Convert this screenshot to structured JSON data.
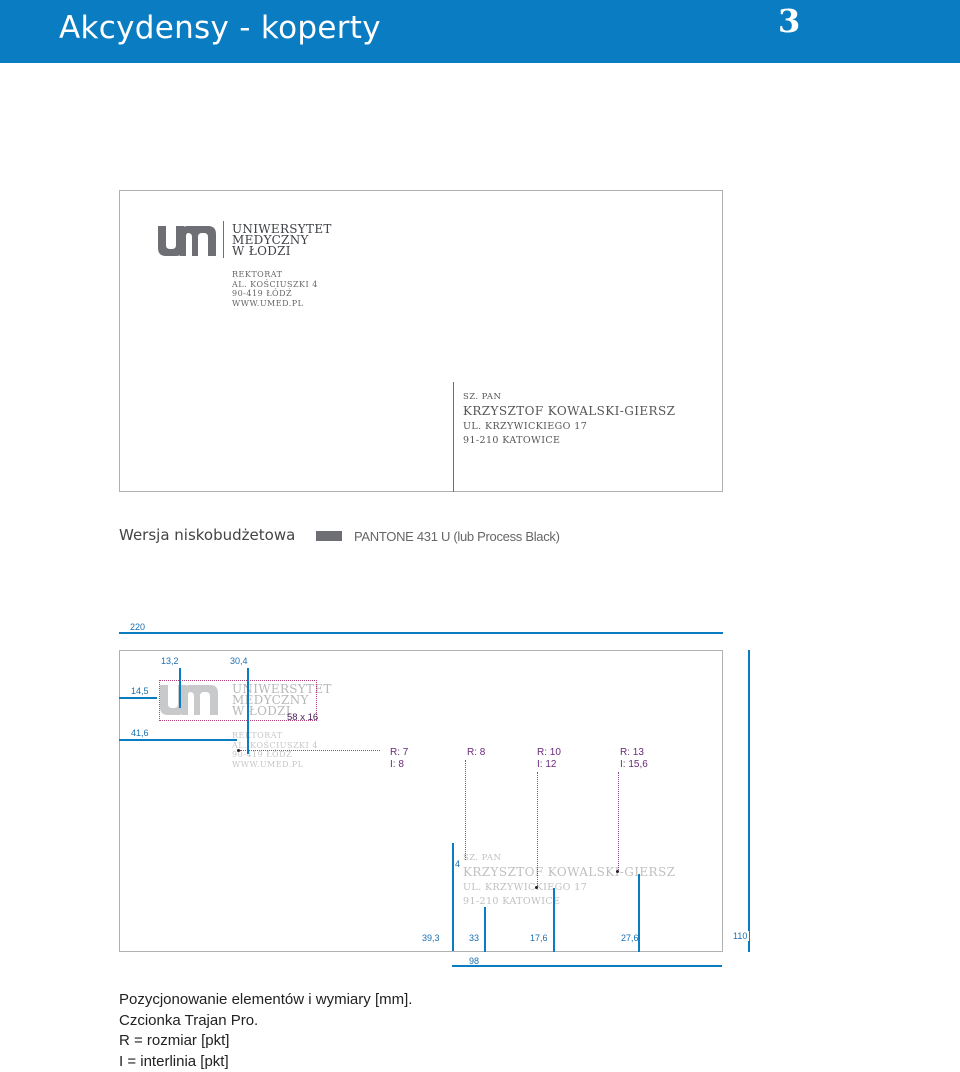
{
  "header": {
    "title": "Akcydensy - koperty",
    "page_number": "3",
    "bar_color": "#0a7cc1"
  },
  "envelope": {
    "logo": {
      "line1": "UNIWERSYTET",
      "line2": "MEDYCZNY",
      "line3": "W ŁODZI",
      "mark": "um-logo-icon"
    },
    "sender": [
      "Rektorat",
      "al. Kościuszki 4",
      "90-419 Łódź",
      "www.umed.pl"
    ],
    "recipient": {
      "salutation": "Sz. Pan",
      "name": "Krzysztof Kowalski-Giersz",
      "street": "ul. Krzywickiego 17",
      "city": "91-210 Katowice"
    }
  },
  "variant": {
    "label": "Wersja niskobudżetowa",
    "swatch_color": "#6d6f74",
    "pantone": "PANTONE 431 U (lub Process Black)"
  },
  "dimensions": {
    "width_total": "220",
    "logo_x": "13,2",
    "text_x": "30,4",
    "logo_y": "14,5",
    "text_y": "41,6",
    "logo_size": "58 x 16",
    "recipient_offset": "4",
    "bottom_a": "39,3",
    "bottom_b": "33",
    "bottom_c": "17,6",
    "bottom_d": "27,6",
    "height_total": "110",
    "recipient_width": "98"
  },
  "type_specs": [
    {
      "r": "R: 7",
      "i": "I: 8"
    },
    {
      "r": "R: 8",
      "i": ""
    },
    {
      "r": "R: 10",
      "i": "I: 12"
    },
    {
      "r": "R: 13",
      "i": "I: 15,6"
    }
  ],
  "notes": [
    "Pozycjonowanie elementów i wymiary [mm].",
    "Czcionka Trajan Pro.",
    "R = rozmiar [pkt]",
    "I = interlinia [pkt]"
  ]
}
